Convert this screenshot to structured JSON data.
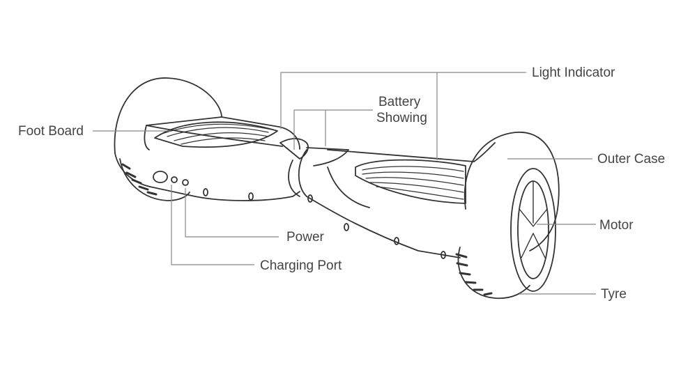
{
  "diagram": {
    "labels": {
      "foot_board": "Foot Board",
      "light_indicator": "Light Indicator",
      "battery_showing_line1": "Battery",
      "battery_showing_line2": "Showing",
      "outer_case": "Outer Case",
      "motor": "Motor",
      "tyre": "Tyre",
      "power": "Power",
      "charging_port": "Charging Port"
    },
    "colors": {
      "line": "#333333",
      "leader": "#888888",
      "text": "#444444"
    }
  }
}
